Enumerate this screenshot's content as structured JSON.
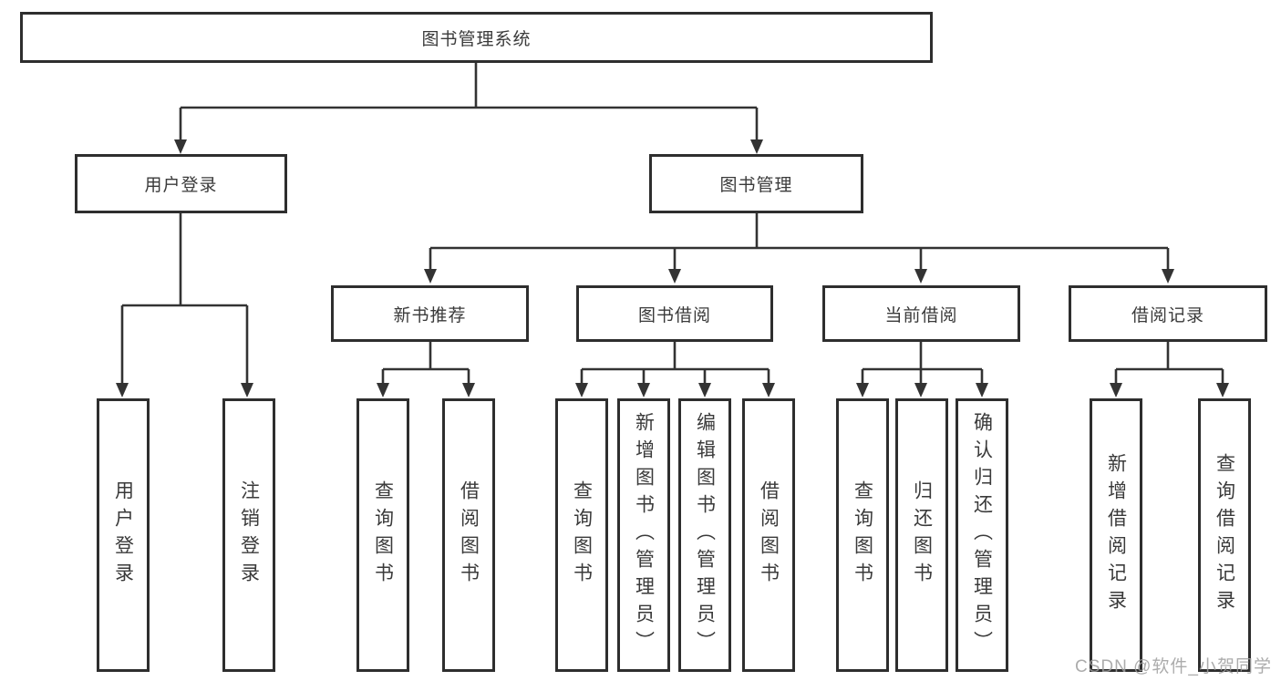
{
  "diagram": {
    "title": "图书管理系统",
    "root": {
      "label": "图书管理系统"
    },
    "level2": [
      {
        "label": "用户登录"
      },
      {
        "label": "图书管理"
      }
    ],
    "level3": [
      {
        "label": "新书推荐",
        "parent": "图书管理"
      },
      {
        "label": "图书借阅",
        "parent": "图书管理"
      },
      {
        "label": "当前借阅",
        "parent": "图书管理"
      },
      {
        "label": "借阅记录",
        "parent": "图书管理"
      }
    ],
    "level4": [
      {
        "label": "用户登录",
        "parent": "用户登录"
      },
      {
        "label": "注销登录",
        "parent": "用户登录"
      },
      {
        "label": "查询图书",
        "parent": "新书推荐"
      },
      {
        "label": "借阅图书",
        "parent": "新书推荐"
      },
      {
        "label": "查询图书",
        "parent": "图书借阅"
      },
      {
        "label": "新增图书（管理员）",
        "parent": "图书借阅"
      },
      {
        "label": "编辑图书（管理员）",
        "parent": "图书借阅"
      },
      {
        "label": "借阅图书",
        "parent": "图书借阅"
      },
      {
        "label": "查询图书",
        "parent": "当前借阅"
      },
      {
        "label": "归还图书",
        "parent": "当前借阅"
      },
      {
        "label": "确认归还（管理员）",
        "parent": "当前借阅"
      },
      {
        "label": "新增借阅记录",
        "parent": "借阅记录"
      },
      {
        "label": "查询借阅记录",
        "parent": "借阅记录"
      }
    ],
    "watermark": "CSDN @软件_小贺同学",
    "colors": {
      "line": "#333333",
      "border": "#2e2e2e",
      "text": "#3a3a3a",
      "watermark": "#9e9e9e",
      "background": "#ffffff"
    }
  }
}
